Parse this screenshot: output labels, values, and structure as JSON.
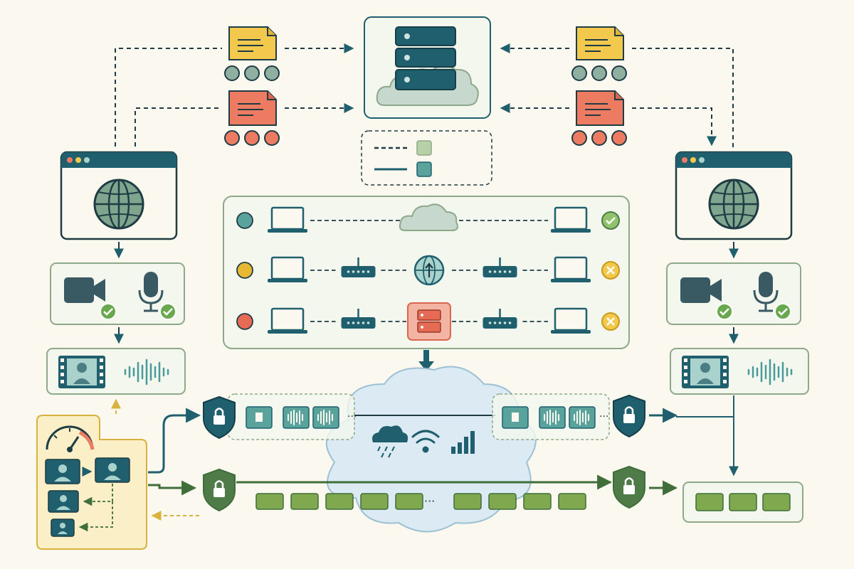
{
  "colors": {
    "background": "#fbf8ef",
    "teal_dark": "#1f5f6e",
    "teal_mid": "#4a9a9a",
    "teal_light": "#a9d2cd",
    "sage_panel": "#f3f7ee",
    "sage_border": "#8fa889",
    "cloud_gray": "#c7d8cf",
    "yellow_doc": "#f2c94c",
    "red_doc": "#ec7b62",
    "green_ok": "#6aa84f",
    "amber_warn": "#e8b833",
    "red_status": "#e66b55",
    "sky_cloud": "#dbeaf3",
    "dark_green": "#3f6e3a",
    "lime_chunk": "#7fa84f",
    "sender_panel": "#fbefc7",
    "dashed_gold": "#d8b23c"
  },
  "legend": {
    "items": [
      {
        "line": "dashed",
        "swatch": "light-green"
      },
      {
        "line": "solid",
        "swatch": "teal"
      }
    ]
  },
  "network": {
    "rows": [
      {
        "status_dot": "teal",
        "hops": [
          "laptop-icon",
          "cloud-icon",
          "laptop-icon"
        ],
        "result": "check-icon"
      },
      {
        "status_dot": "amber",
        "hops": [
          "laptop-icon",
          "router-icon",
          "globe-icon",
          "router-icon",
          "laptop-icon"
        ],
        "result": "cross-icon"
      },
      {
        "status_dot": "red",
        "hops": [
          "laptop-icon",
          "router-icon",
          "firewall-icon",
          "router-icon",
          "laptop-icon"
        ],
        "result": "cross-icon"
      }
    ]
  },
  "streams": {
    "encrypted_media": [
      "video-frame",
      "audio-wave",
      "audio-wave"
    ],
    "data_chunk_count_left": 5,
    "data_chunk_count_right": 4,
    "receiver_chunk_count": 3,
    "ellipsis": "···"
  },
  "cloud_icons": [
    "weather-icon",
    "wifi-icon",
    "signal-bars-icon"
  ]
}
